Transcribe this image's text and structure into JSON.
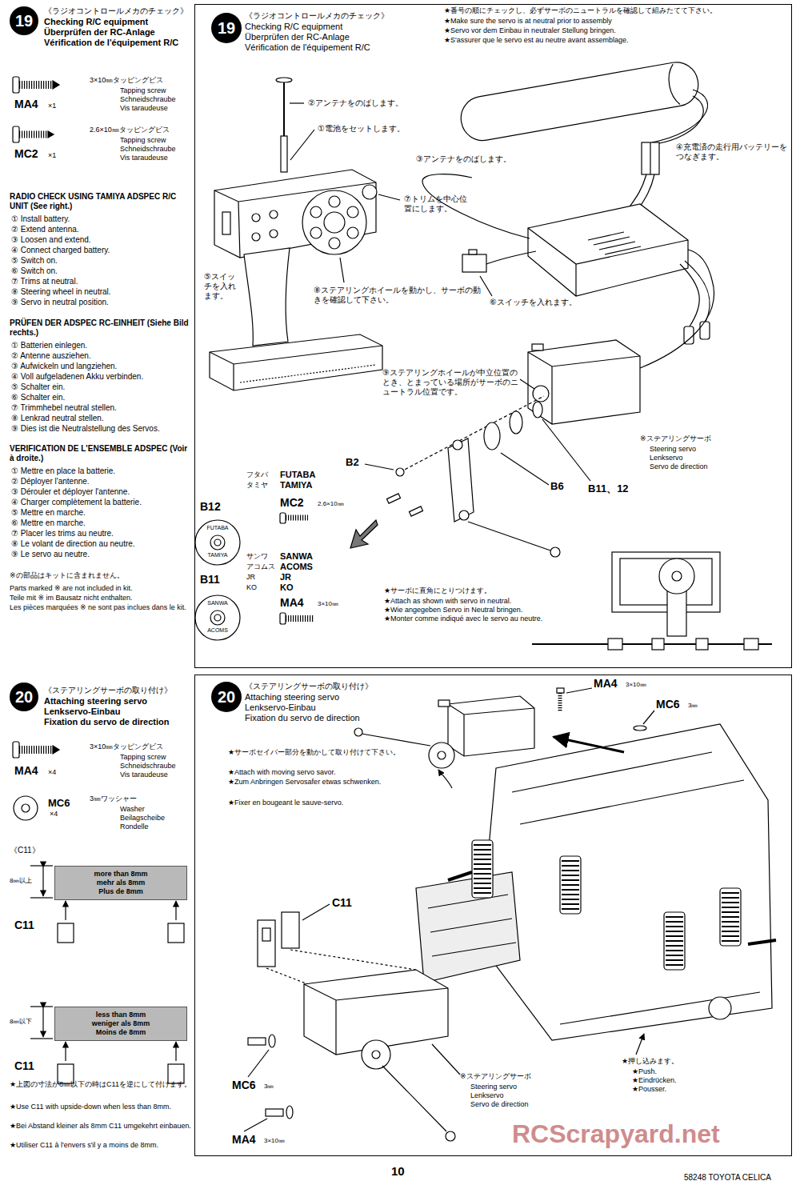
{
  "diagram": {
    "nodes": [
      {
        "text": [
          "《ラジオコントロールメカのチェック》",
          "Checking R/C equipment",
          "Überprüfen der RC-Anlage",
          "Vérification de l'équipement R/C"
        ]
      },
      {
        "text": [
          "19"
        ],
        "in": 0
      },
      {
        "text": [
          "《ステアリングサーボの取り付け》",
          "Attaching steering servo",
          "Lenkservo-Einbau",
          "Fixation du servo de direction"
        ]
      },
      {
        "text": [
          "20"
        ],
        "in": 2
      },
      {
        "text": [
          "19"
        ]
      },
      {
        "text": [
          "20"
        ]
      },
      {
        "text": [
          "more than 8mm",
          "mehr als 8mm",
          "Plus de 8mm"
        ]
      },
      {
        "text": [
          "less than 8mm",
          "weniger als 8mm",
          "Moins de 8mm"
        ]
      }
    ],
    "labels": [
      "《ラジオコントロールメカのチェック》",
      "Checking R/C equipment",
      "Überprüfen der RC-Anlage",
      "Vérification de l'équipement R/C",
      "3×10㎜タッピングビス",
      "Tapping screw",
      "Schneidschraube",
      "Vis taraudeuse",
      "MA4",
      "×1",
      "2.6×10㎜タッピングビス",
      "Tapping screw",
      "Schneidschraube",
      "Vis taraudeuse",
      "MC2",
      "×1",
      "RADIO CHECK USING TAMIYA ADSPEC R/C UNIT (See right.)",
      "① Install battery.",
      "② Extend antenna.",
      "③ Loosen and extend.",
      "④ Connect charged battery.",
      "⑤ Switch on.",
      "⑥ Switch on.",
      "⑦ Trims at neutral.",
      "⑧ Steering wheel in neutral.",
      "⑨ Servo in neutral position.",
      "PRÜFEN DER ADSPEC RC-EINHEIT (Siehe Bild rechts.)",
      "① Batterien einlegen.",
      "② Antenne ausziehen.",
      "③ Aufwickeln und langziehen.",
      "④ Voll aufgeladenen Akku verbinden.",
      "⑤ Schalter ein.",
      "⑥ Schalter ein.",
      "⑦ Trimmhebel neutral stellen.",
      "⑧ Lenkrad neutral stellen.",
      "⑨ Dies ist die Neutralstellung des Servos.",
      "VERIFICATION DE L'ENSEMBLE ADSPEC (Voir à droite.)",
      "① Mettre en place la batterie.",
      "② Déployer l'antenne.",
      "③ Dérouler et déployer l'antenne.",
      "④ Charger complètement la batterie.",
      "⑤ Mettre en marche.",
      "⑥ Mettre en marche.",
      "⑦ Placer les trims au neutre.",
      "⑧ Le volant de direction au neutre.",
      "⑨ Le servo au neutre.",
      "※の部品はキットに含まれません。",
      "Parts marked ※ are not included in kit.",
      "Teile mit ※ im Bausatz nicht enthalten.",
      "Les pièces marquées ※ ne sont pas inclues dans le kit.",
      "②アンテナをのばします。",
      "①電池をセットします。",
      "⑦トリムを中心位置にします。",
      "⑤スイッチを入れます。",
      "⑧ステアリングホイールを動かし、サーボの動きを確認して下さい。",
      "★番号の順にチェックし、必ずサーボのニュートラルを確認して組みたてて下さい。",
      "★Make sure the servo is at neutral prior to assembly",
      "★Servo vor dem Einbau in neutraler Stellung bringen.",
      "★S'assurer que le servo est au neutre avant assemblage.",
      "③アンテナをのばします。",
      "④充電済の走行用バッテリーをつなぎます。",
      "⑥スイッチを入れます。",
      "⑨ステアリングホイールが中立位置のとき、とまっている場所がサーボのニュートラル位置です。",
      "※ステアリングサーボ",
      "Steering servo",
      "Lenkservo",
      "Servo de direction",
      "B2",
      "B11、12",
      "B6",
      "B12",
      "フタバ",
      "タミヤ",
      "FUTABA",
      "TAMIYA",
      "MC2",
      "2.6×10㎜",
      "B11",
      "サンワ",
      "アコムス",
      "JR",
      "KO",
      "SANWA",
      "ACOMS",
      "JR",
      "KO",
      "MA4",
      "3×10㎜",
      "★サーボに直角にとりつけます。",
      "★Attach as shown with servo in neutral.",
      "★Wie angegeben Servo in Neutral bringen.",
      "★Monter comme indiqué avec le servo au neutre.",
      "FUTABA",
      "TAMIYA",
      "SANWA",
      "ACOMS",
      "《ステアリングサーボの取り付け》",
      "Attaching steering servo",
      "Lenkservo-Einbau",
      "Fixation du servo de direction",
      "3×10㎜タッピングビス",
      "Tapping screw",
      "Schneidschraube",
      "Vis taraudeuse",
      "MA4",
      "×4",
      "3㎜ワッシャー",
      "Washer",
      "Beilagscheibe",
      "Rondelle",
      "MC6",
      "×4",
      "《C11》",
      "8㎜以上",
      "C11",
      "8㎜以下",
      "C11",
      "★上図の寸法が8㎜以下の時はC11を逆にして付けます。",
      "★Use C11 with upside-down when less than 8mm.",
      "★Bei Abstand kleiner als 8mm C11 umgekehrt einbauen.",
      "★Utiliser C11 à l'envers s'il y a moins de 8mm.",
      "MA4",
      "3×10㎜",
      "MC6",
      "3㎜",
      "★サーボセイバー部分を動かして取り付けて下さい。",
      "★Attach with moving servo savor.",
      "★Zum Anbringen Servosafer etwas schwenken.",
      "★Fixer en bougeant le sauve-servo.",
      "C11",
      "※ステアリングサーボ",
      "Steering servo",
      "Lenkservo",
      "Servo de direction",
      "★押し込みます。",
      "★Push.",
      "★Eindrücken.",
      "★Pousser.",
      "MC6",
      "3㎜",
      "MA4",
      "3×10㎜",
      "10",
      "58248 TOYOTA CELICA",
      "RCScrapyard.net"
    ]
  }
}
